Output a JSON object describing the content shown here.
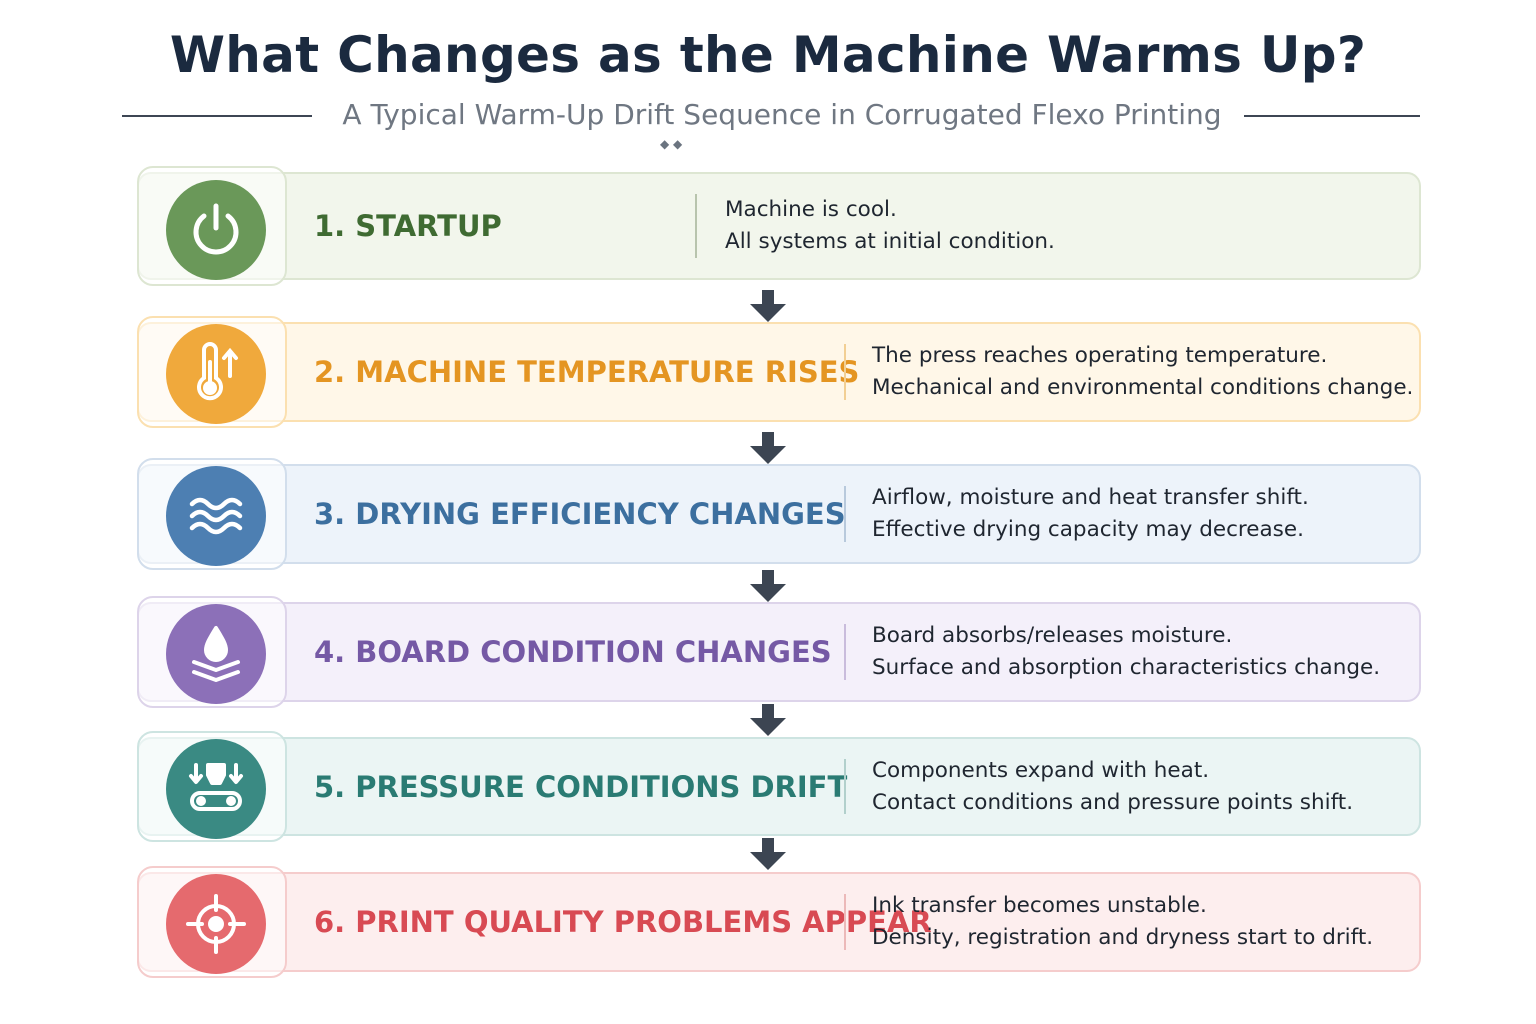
{
  "title": "What Changes as the Machine Warms Up?",
  "subtitle": "A Typical Warm-Up Drift Sequence in Corrugated Flexo Printing",
  "steps": [
    {
      "label": "1. STARTUP",
      "icon": "power-icon",
      "color": "#6a9859",
      "lines": [
        "Machine is cool.",
        "All systems at initial condition."
      ]
    },
    {
      "label": "2. MACHINE TEMPERATURE RISES",
      "icon": "thermometer-up-icon",
      "color": "#f0a93c",
      "lines": [
        "The press reaches operating temperature.",
        "Mechanical and environmental conditions change."
      ]
    },
    {
      "label": "3. DRYING EFFICIENCY CHANGES",
      "icon": "airflow-waves-icon",
      "color": "#4d7fb2",
      "lines": [
        "Airflow, moisture and heat transfer shift.",
        "Effective drying capacity may decrease."
      ]
    },
    {
      "label": "4. BOARD CONDITION CHANGES",
      "icon": "droplet-layers-icon",
      "color": "#8c70b8",
      "lines": [
        "Board absorbs/releases moisture.",
        "Surface and absorption characteristics change."
      ]
    },
    {
      "label": "5. PRESSURE CONDITIONS DRIFT",
      "icon": "pressure-rollers-icon",
      "color": "#3a8a83",
      "lines": [
        "Components expand with heat.",
        "Contact conditions and pressure points shift."
      ]
    },
    {
      "label": "6. PRINT QUALITY PROBLEMS APPEAR",
      "icon": "crosshair-target-icon",
      "color": "#e56a6e",
      "lines": [
        "Ink transfer becomes unstable.",
        "Density, registration and dryness start to drift."
      ]
    }
  ]
}
